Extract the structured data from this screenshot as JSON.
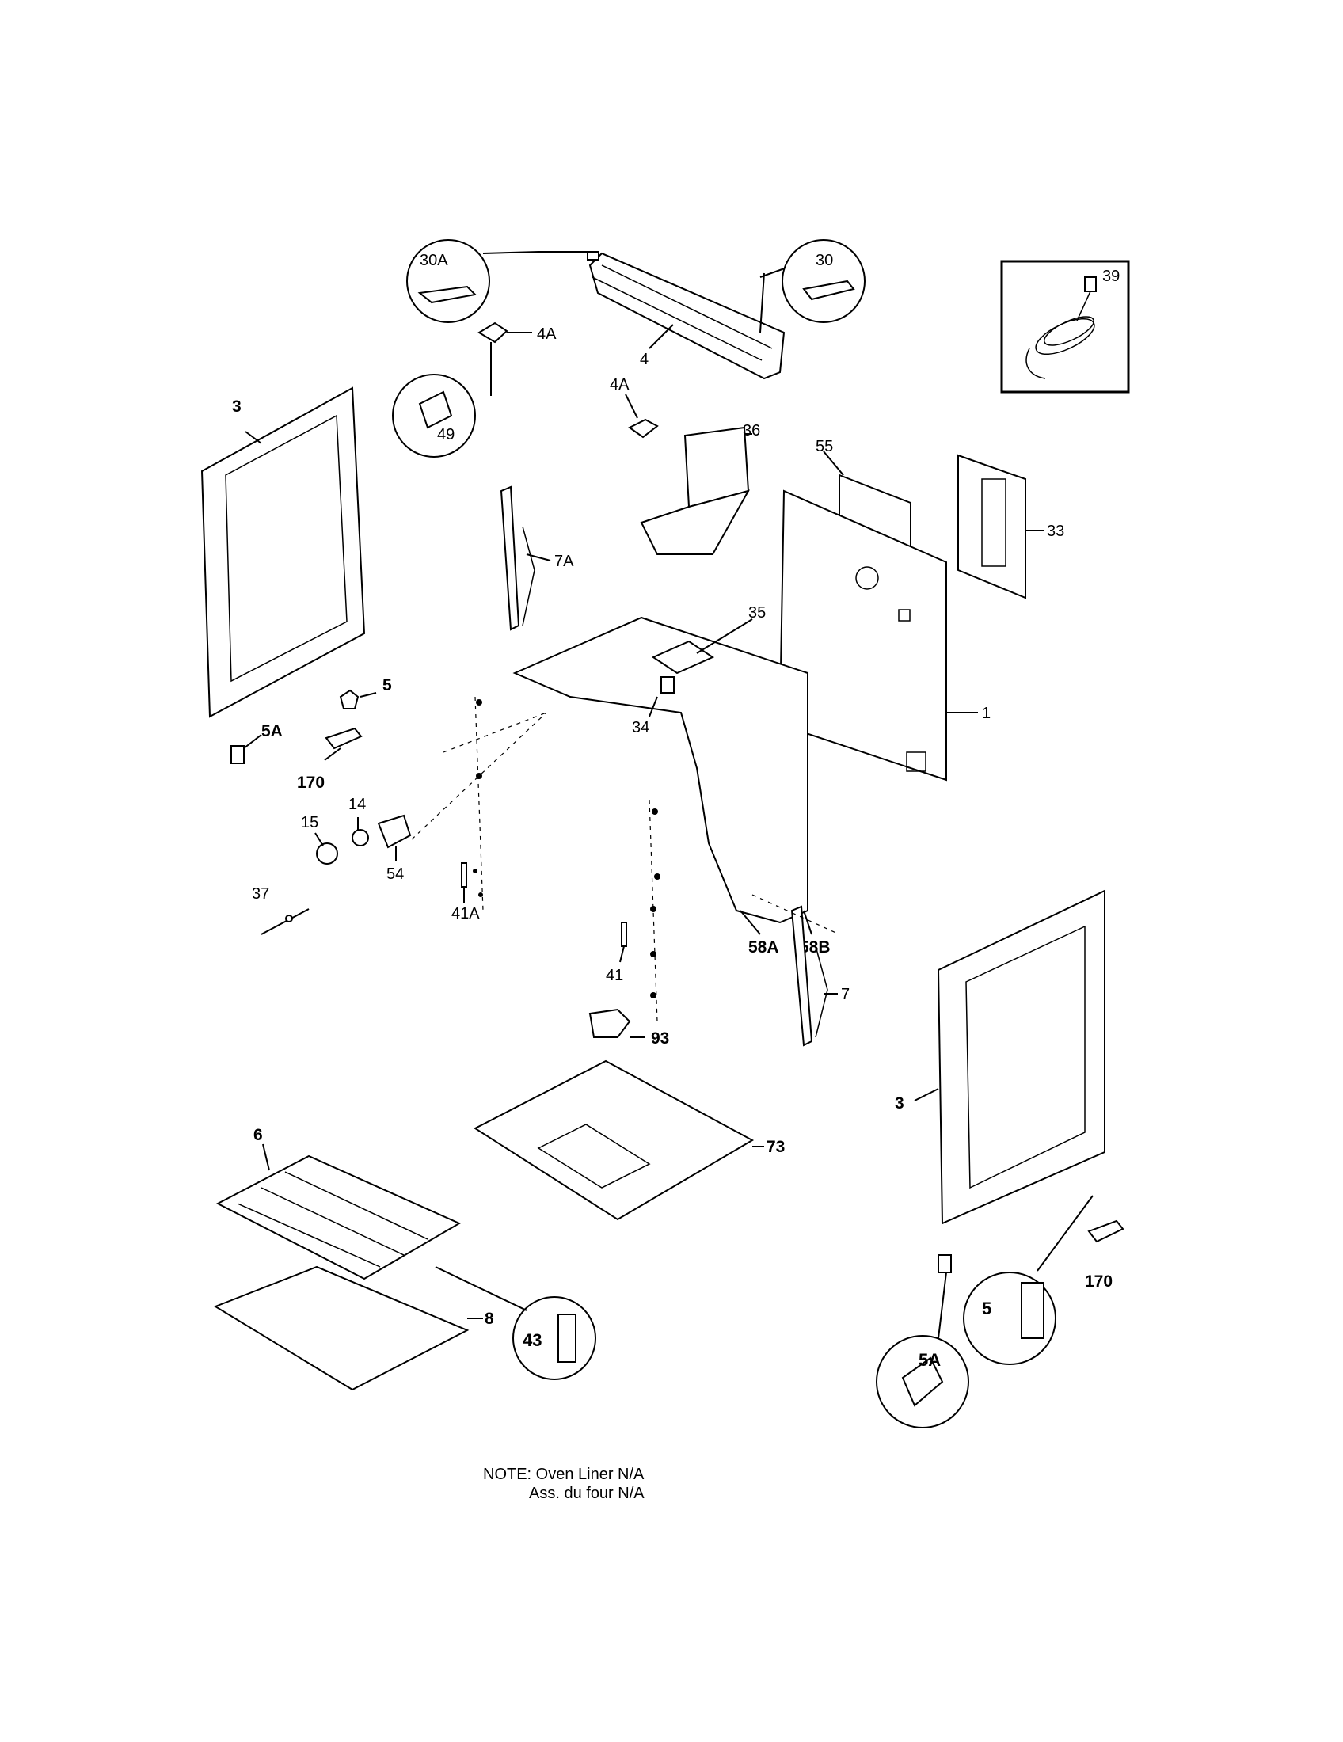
{
  "labels": {
    "l_30A": "30A",
    "l_30": "30",
    "l_39": "39",
    "l_4A_top": "4A",
    "l_4": "4",
    "l_49": "49",
    "l_4A_mid": "4A",
    "l_36": "36",
    "l_55": "55",
    "l_33": "33",
    "l_3_left": "3",
    "l_7A": "7A",
    "l_35": "35",
    "l_1": "1",
    "l_5_left": "5",
    "l_5A_left": "5A",
    "l_34": "34",
    "l_170_left": "170",
    "l_14": "14",
    "l_15": "15",
    "l_54": "54",
    "l_41A": "41A",
    "l_58A": "58A",
    "l_58B": "58B",
    "l_37": "37",
    "l_41": "41",
    "l_7": "7",
    "l_93": "93",
    "l_3_right": "3",
    "l_73": "73",
    "l_6": "6",
    "l_8": "8",
    "l_43": "43",
    "l_170_right": "170",
    "l_5_right": "5",
    "l_5A_right": "5A"
  },
  "note": {
    "line1": "NOTE: Oven Liner N/A",
    "line2": "Ass. du four N/A"
  }
}
